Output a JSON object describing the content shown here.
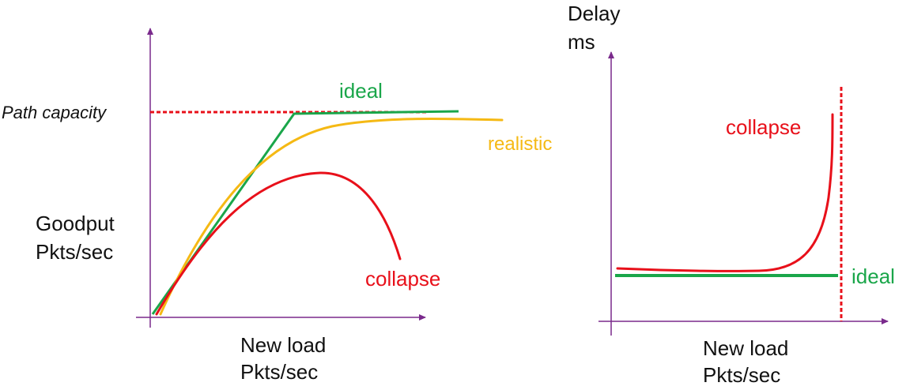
{
  "colors": {
    "axis": "#7a2a8c",
    "ideal": "#1aa64a",
    "realistic": "#f5b914",
    "collapse": "#e8101a",
    "capacity": "#e8101a",
    "text": "#111111"
  },
  "left_panel": {
    "y_label_line1": "Goodput",
    "y_label_line2": "Pkts/sec",
    "x_label_line1": "New load",
    "x_label_line2": "Pkts/sec",
    "capacity_label": "Path capacity",
    "ideal_label": "ideal",
    "realistic_label": "realistic",
    "collapse_label": "collapse"
  },
  "right_panel": {
    "y_label_line1": "Delay",
    "y_label_line2": "ms",
    "x_label_line1": "New load",
    "x_label_line2": "Pkts/sec",
    "collapse_label": "collapse",
    "ideal_label": "ideal"
  }
}
